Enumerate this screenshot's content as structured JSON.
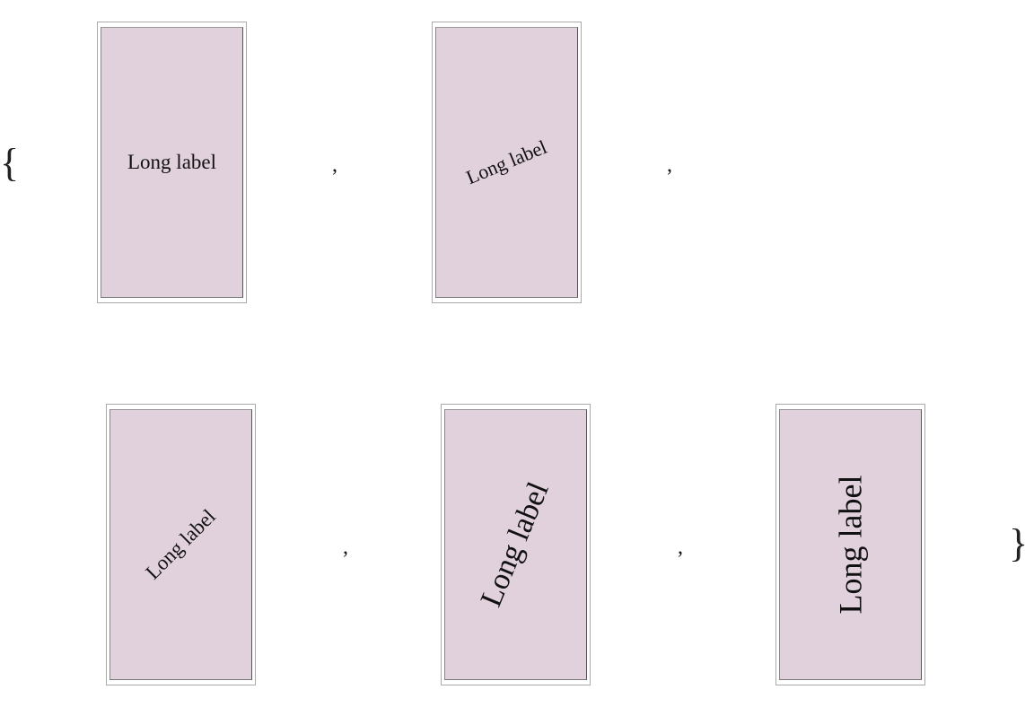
{
  "list": {
    "open_brace": "{",
    "close_brace": "}",
    "separator": ",",
    "panels": [
      {
        "label": "Long label",
        "rotation_deg": 0
      },
      {
        "label": "Long label",
        "rotation_deg": -22.5
      },
      {
        "label": "Long label",
        "rotation_deg": -45
      },
      {
        "label": "Long label",
        "rotation_deg": -67.5
      },
      {
        "label": "Long label",
        "rotation_deg": -90
      }
    ]
  },
  "colors": {
    "panel_fill": "#e1d1dd",
    "text": "#111111"
  }
}
